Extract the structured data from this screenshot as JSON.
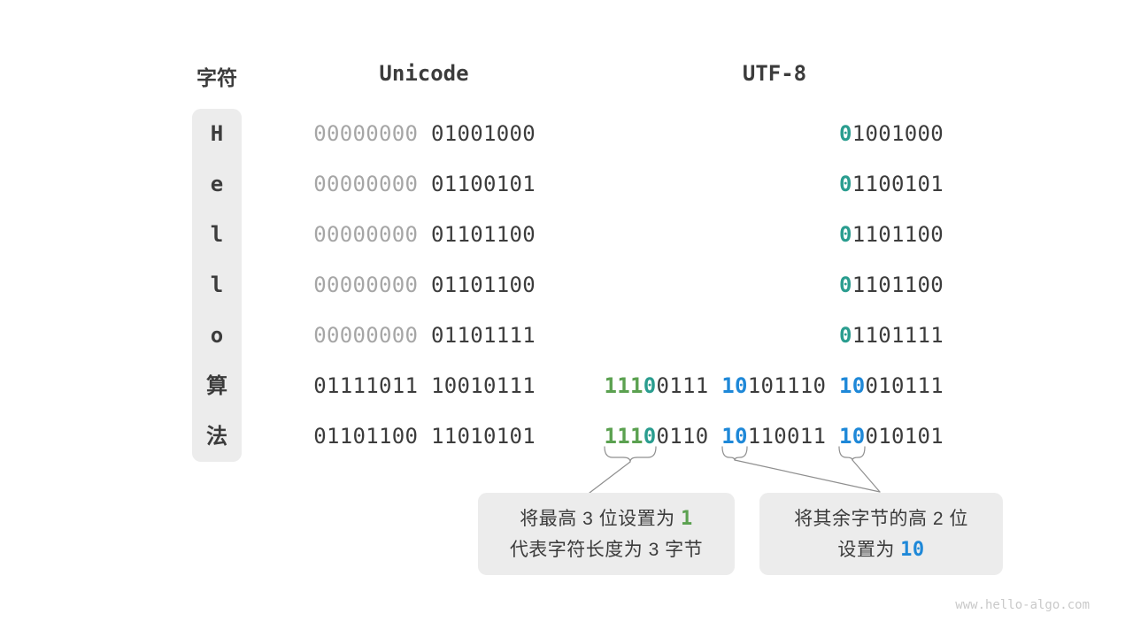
{
  "page": {
    "watermark": "www.hello-algo.com"
  },
  "colors": {
    "dark": "#3c3c3c",
    "muted": "#a6a6a6",
    "teal": "#2a9d8f",
    "green": "#5ba150",
    "blue": "#1e88d8",
    "text": "#3b3b3b"
  },
  "header": {
    "char_label": "字符",
    "unicode_label": "Unicode",
    "utf8_label": "UTF-8"
  },
  "rows": [
    {
      "char": "H",
      "unicode": [
        [
          [
            "00000000",
            "muted"
          ]
        ],
        [
          [
            "01001000",
            "dark"
          ]
        ]
      ],
      "utf8": [
        [
          [
            "0",
            "teal"
          ],
          [
            "1001000",
            "dark"
          ]
        ]
      ]
    },
    {
      "char": "e",
      "unicode": [
        [
          [
            "00000000",
            "muted"
          ]
        ],
        [
          [
            "01100101",
            "dark"
          ]
        ]
      ],
      "utf8": [
        [
          [
            "0",
            "teal"
          ],
          [
            "1100101",
            "dark"
          ]
        ]
      ]
    },
    {
      "char": "l",
      "unicode": [
        [
          [
            "00000000",
            "muted"
          ]
        ],
        [
          [
            "01101100",
            "dark"
          ]
        ]
      ],
      "utf8": [
        [
          [
            "0",
            "teal"
          ],
          [
            "1101100",
            "dark"
          ]
        ]
      ]
    },
    {
      "char": "l",
      "unicode": [
        [
          [
            "00000000",
            "muted"
          ]
        ],
        [
          [
            "01101100",
            "dark"
          ]
        ]
      ],
      "utf8": [
        [
          [
            "0",
            "teal"
          ],
          [
            "1101100",
            "dark"
          ]
        ]
      ]
    },
    {
      "char": "o",
      "unicode": [
        [
          [
            "00000000",
            "muted"
          ]
        ],
        [
          [
            "01101111",
            "dark"
          ]
        ]
      ],
      "utf8": [
        [
          [
            "0",
            "teal"
          ],
          [
            "1101111",
            "dark"
          ]
        ]
      ]
    },
    {
      "char": "算",
      "unicode": [
        [
          [
            "01111011",
            "dark"
          ]
        ],
        [
          [
            "10010111",
            "dark"
          ]
        ]
      ],
      "utf8": [
        [
          [
            "111",
            "green"
          ],
          [
            "0",
            "teal"
          ],
          [
            "0111",
            "dark"
          ]
        ],
        [
          [
            "10",
            "blue"
          ],
          [
            "101110",
            "dark"
          ]
        ],
        [
          [
            "10",
            "blue"
          ],
          [
            "010111",
            "dark"
          ]
        ]
      ]
    },
    {
      "char": "法",
      "unicode": [
        [
          [
            "01101100",
            "dark"
          ]
        ],
        [
          [
            "11010101",
            "dark"
          ]
        ]
      ],
      "utf8": [
        [
          [
            "111",
            "green"
          ],
          [
            "0",
            "teal"
          ],
          [
            "0110",
            "dark"
          ]
        ],
        [
          [
            "10",
            "blue"
          ],
          [
            "110011",
            "dark"
          ]
        ],
        [
          [
            "10",
            "blue"
          ],
          [
            "010101",
            "dark"
          ]
        ]
      ]
    }
  ],
  "callouts": [
    {
      "lines": [
        [
          [
            "将最高 3 位设置为 ",
            "text"
          ],
          [
            "1",
            "green"
          ]
        ],
        [
          [
            "代表字符长度为 3 字节",
            "text"
          ]
        ]
      ]
    },
    {
      "lines": [
        [
          [
            "将其余字节的高 2 位",
            "text"
          ]
        ],
        [
          [
            "设置为 ",
            "text"
          ],
          [
            "10",
            "blue"
          ]
        ]
      ]
    }
  ]
}
